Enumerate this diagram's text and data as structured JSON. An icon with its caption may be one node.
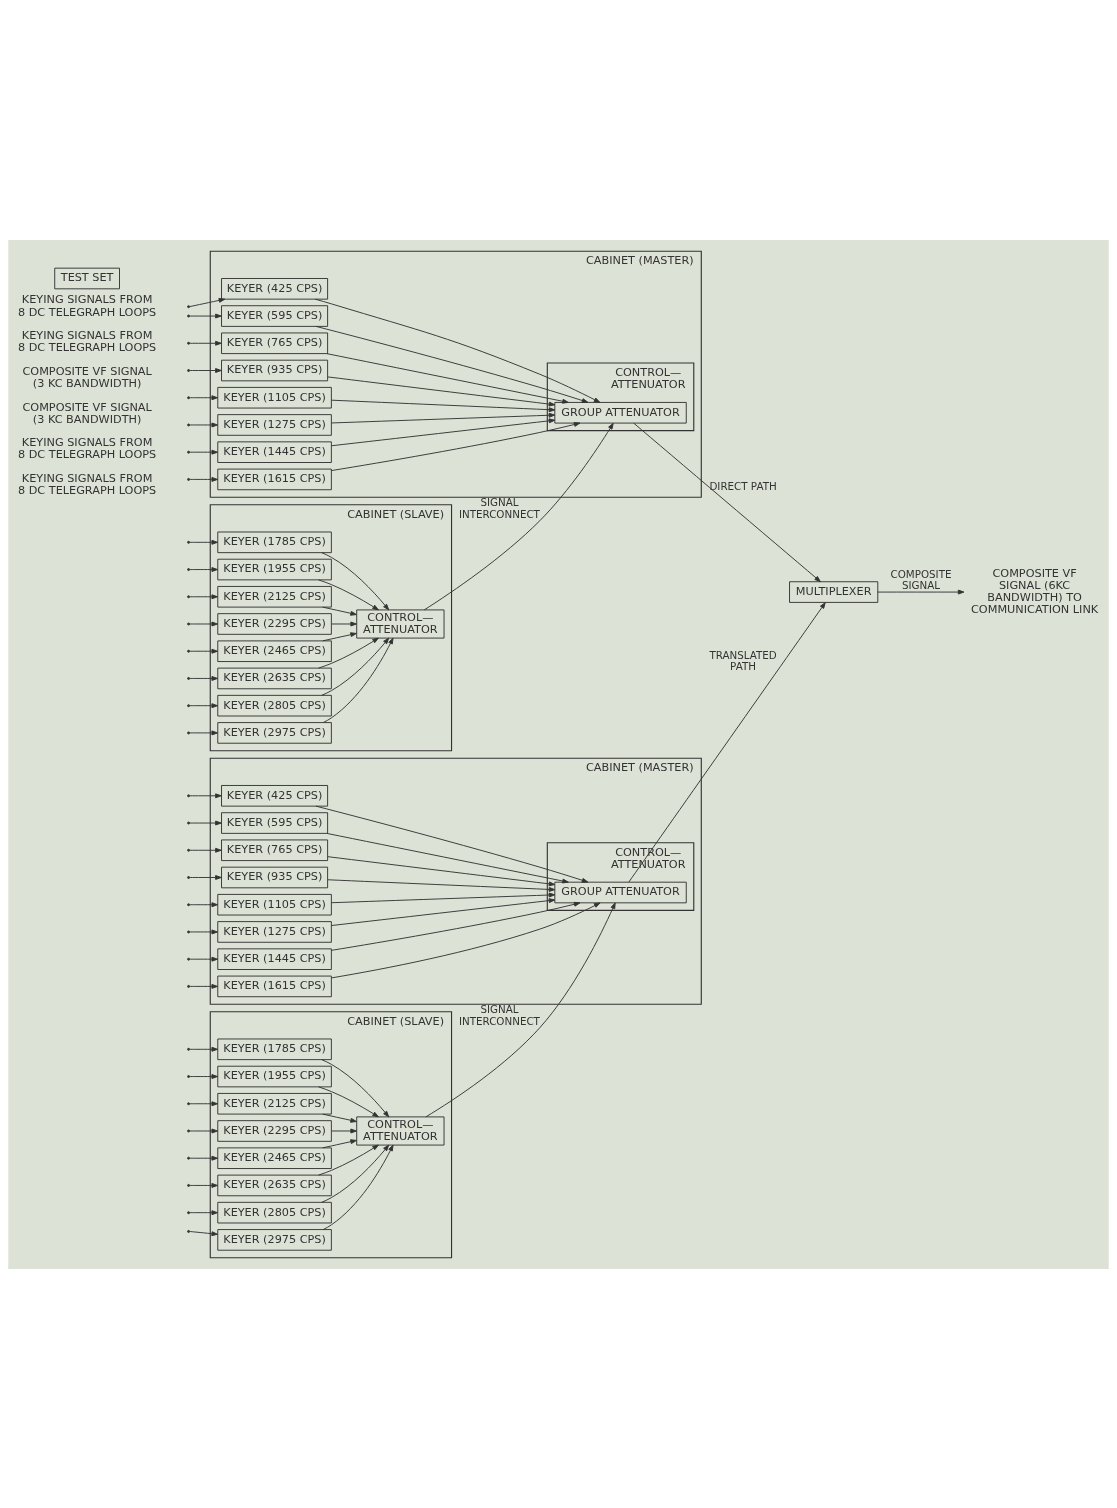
{
  "diagram": {
    "nodes": [
      {
        "text": [
          "CABINET (MASTER)"
        ]
      },
      {
        "text": [
          "KEYER (425 CPS)"
        ],
        "in": 0
      },
      {
        "text": [
          "KEYER (595 CPS)"
        ],
        "in": 0
      },
      {
        "text": [
          "KEYER (765 CPS)"
        ],
        "in": 0
      },
      {
        "text": [
          "KEYER (935 CPS)"
        ],
        "in": 0
      },
      {
        "text": [
          "KEYER (1105 CPS)"
        ],
        "in": 0
      },
      {
        "text": [
          "KEYER (1275 CPS)"
        ],
        "in": 0
      },
      {
        "text": [
          "KEYER (1445 CPS)"
        ],
        "in": 0
      },
      {
        "text": [
          "KEYER (1615 CPS)"
        ],
        "in": 0
      },
      {
        "text": [
          "CONTROL— ATTENUATOR"
        ],
        "in": 0
      },
      {
        "text": [
          "GROUP ATTENUATOR"
        ],
        "in": 9
      },
      {
        "text": [
          "CABINET (SLAVE)"
        ]
      },
      {
        "text": [
          "KEYER (1785 CPS)"
        ],
        "in": 11
      },
      {
        "text": [
          "KEYER (1955 CPS)"
        ],
        "in": 11
      },
      {
        "text": [
          "KEYER (2125 CPS)"
        ],
        "in": 11
      },
      {
        "text": [
          "KEYER (2295 CPS)"
        ],
        "in": 11
      },
      {
        "text": [
          "KEYER (2465 CPS)"
        ],
        "in": 11
      },
      {
        "text": [
          "KEYER (2635 CPS)"
        ],
        "in": 11
      },
      {
        "text": [
          "KEYER (2805 CPS)"
        ],
        "in": 11
      },
      {
        "text": [
          "KEYER (2975 CPS)"
        ],
        "in": 11
      },
      {
        "text": [
          "CONTROL— ATTENUATOR"
        ],
        "in": 11
      },
      {
        "text": [
          "COMPOSITE VF SIGNAL (6KC BANDWIDTH) TO COMMUNICATION LINK"
        ]
      },
      {
        "text": [
          "MULTIPLEXER"
        ]
      },
      {
        "text": [
          "CABINET (MASTER)"
        ]
      },
      {
        "text": [
          "KEYER (425 CPS)"
        ],
        "in": 23
      },
      {
        "text": [
          "KEYER (595 CPS)"
        ],
        "in": 23
      },
      {
        "text": [
          "KEYER (765 CPS)"
        ],
        "in": 23
      },
      {
        "text": [
          "KEYER (935 CPS)"
        ],
        "in": 23
      },
      {
        "text": [
          "KEYER (1105 CPS)"
        ],
        "in": 23
      },
      {
        "text": [
          "KEYER (1275 CPS)"
        ],
        "in": 23
      },
      {
        "text": [
          "KEYER (1445 CPS)"
        ],
        "in": 23
      },
      {
        "text": [
          "KEYER (1615 CPS)"
        ],
        "in": 23
      },
      {
        "text": [
          "CONTROL— ATTENUATOR"
        ],
        "in": 23
      },
      {
        "text": [
          "GROUP ATTENUATOR"
        ],
        "in": 32
      },
      {
        "text": [
          "CABINET (SLAVE)"
        ]
      },
      {
        "text": [
          "KEYER (1785 CPS)"
        ],
        "in": 34
      },
      {
        "text": [
          "KEYER (1955 CPS)"
        ],
        "in": 34
      },
      {
        "text": [
          "KEYER (2125 CPS)"
        ],
        "in": 34
      },
      {
        "text": [
          "KEYER (2295 CPS)"
        ],
        "in": 34
      },
      {
        "text": [
          "KEYER (2465 CPS)"
        ],
        "in": 34
      },
      {
        "text": [
          "KEYER (2635 CPS)"
        ],
        "in": 34
      },
      {
        "text": [
          "KEYER (2805 CPS)"
        ],
        "in": 34
      },
      {
        "text": [
          "KEYER (2975 CPS)"
        ],
        "in": 34
      },
      {
        "text": [
          "CONTROL— ATTENUATOR"
        ],
        "in": 34
      },
      {
        "text": [
          "TEST SET"
        ]
      }
    ],
    "edges": [
      {
        "from": null,
        "to": 1,
        "arrow": "to"
      },
      {
        "from": null,
        "to": 2,
        "arrow": "to"
      },
      {
        "from": null,
        "to": 3,
        "arrow": "to"
      },
      {
        "from": null,
        "to": 4,
        "arrow": "to"
      },
      {
        "from": null,
        "to": 5,
        "arrow": "to"
      },
      {
        "from": null,
        "to": 6,
        "arrow": "to"
      },
      {
        "from": null,
        "to": 7,
        "arrow": "to"
      },
      {
        "from": null,
        "to": 8,
        "arrow": "to"
      },
      {
        "from": 1,
        "to": 10,
        "arrow": "to"
      },
      {
        "from": 2,
        "to": 10,
        "arrow": "to"
      },
      {
        "from": 3,
        "to": 10,
        "arrow": "to"
      },
      {
        "from": 4,
        "to": 10,
        "arrow": "to"
      },
      {
        "from": 5,
        "to": 10,
        "arrow": "to"
      },
      {
        "from": 6,
        "to": 10,
        "arrow": "to"
      },
      {
        "from": 7,
        "to": 10,
        "arrow": "to"
      },
      {
        "from": 8,
        "to": 10,
        "arrow": "to"
      },
      {
        "from": null,
        "to": 12,
        "arrow": "to"
      },
      {
        "from": null,
        "to": 13,
        "arrow": "to"
      },
      {
        "from": null,
        "to": 14,
        "arrow": "to"
      },
      {
        "from": null,
        "to": 15,
        "arrow": "to"
      },
      {
        "from": null,
        "to": 16,
        "arrow": "to"
      },
      {
        "from": null,
        "to": 17,
        "arrow": "to"
      },
      {
        "from": null,
        "to": 18,
        "arrow": "to"
      },
      {
        "from": null,
        "to": 19,
        "arrow": "to"
      },
      {
        "from": 12,
        "to": 20,
        "arrow": "to"
      },
      {
        "from": 13,
        "to": 20,
        "arrow": "to"
      },
      {
        "from": 14,
        "to": 20,
        "arrow": "to"
      },
      {
        "from": 15,
        "to": 20,
        "arrow": "to"
      },
      {
        "from": 16,
        "to": 20,
        "arrow": "to"
      },
      {
        "from": 17,
        "to": 20,
        "arrow": "to"
      },
      {
        "from": 18,
        "to": 20,
        "arrow": "to"
      },
      {
        "from": 19,
        "to": 20,
        "arrow": "to"
      },
      {
        "from": 20,
        "to": 10,
        "arrow": "to",
        "label": "SIGNAL INTERCONNECT"
      },
      {
        "from": 10,
        "to": 22,
        "arrow": "to",
        "label": "DIRECT PATH"
      },
      {
        "from": 33,
        "to": 22,
        "arrow": "to",
        "label": "TRANSLATED PATH"
      },
      {
        "from": 22,
        "to": 21,
        "arrow": "to",
        "label": "COMPOSITE SIGNAL"
      },
      {
        "from": null,
        "to": 24,
        "arrow": "to"
      },
      {
        "from": null,
        "to": 25,
        "arrow": "to"
      },
      {
        "from": null,
        "to": 26,
        "arrow": "to"
      },
      {
        "from": null,
        "to": 27,
        "arrow": "to"
      },
      {
        "from": null,
        "to": 28,
        "arrow": "to"
      },
      {
        "from": null,
        "to": 29,
        "arrow": "to"
      },
      {
        "from": null,
        "to": 30,
        "arrow": "to"
      },
      {
        "from": null,
        "to": 31,
        "arrow": "to"
      },
      {
        "from": 24,
        "to": 33,
        "arrow": "to"
      },
      {
        "from": 25,
        "to": 33,
        "arrow": "to"
      },
      {
        "from": 26,
        "to": 33,
        "arrow": "to"
      },
      {
        "from": 27,
        "to": 33,
        "arrow": "to"
      },
      {
        "from": 28,
        "to": 33,
        "arrow": "to"
      },
      {
        "from": 29,
        "to": 33,
        "arrow": "to"
      },
      {
        "from": 30,
        "to": 33,
        "arrow": "to"
      },
      {
        "from": 31,
        "to": 33,
        "arrow": "to"
      },
      {
        "from": null,
        "to": 35,
        "arrow": "to"
      },
      {
        "from": null,
        "to": 36,
        "arrow": "to"
      },
      {
        "from": null,
        "to": 37,
        "arrow": "to"
      },
      {
        "from": null,
        "to": 38,
        "arrow": "to"
      },
      {
        "from": null,
        "to": 39,
        "arrow": "to"
      },
      {
        "from": null,
        "to": 40,
        "arrow": "to"
      },
      {
        "from": null,
        "to": 41,
        "arrow": "to"
      },
      {
        "from": null,
        "to": 42,
        "arrow": "to"
      },
      {
        "from": 35,
        "to": 43,
        "arrow": "to"
      },
      {
        "from": 36,
        "to": 43,
        "arrow": "to"
      },
      {
        "from": 37,
        "to": 43,
        "arrow": "to"
      },
      {
        "from": 38,
        "to": 43,
        "arrow": "to"
      },
      {
        "from": 39,
        "to": 43,
        "arrow": "to"
      },
      {
        "from": 40,
        "to": 43,
        "arrow": "to"
      },
      {
        "from": 41,
        "to": 43,
        "arrow": "to"
      },
      {
        "from": 42,
        "to": 43,
        "arrow": "to"
      },
      {
        "from": 43,
        "to": 33,
        "arrow": "to",
        "label": "SIGNAL INTERCONNECT"
      }
    ],
    "labels": [
      "KEYING SIGNALS FROM 8 DC TELEGRAPH LOOPS",
      "KEYING SIGNALS FROM 8 DC TELEGRAPH LOOPS",
      "COMPOSITE VF SIGNAL (3 KC BANDWIDTH)",
      "COMPOSITE VF SIGNAL (3 KC BANDWIDTH)",
      "KEYING SIGNALS FROM 8 DC TELEGRAPH LOOPS",
      "KEYING SIGNALS FROM 8 DC TELEGRAPH LOOPS"
    ]
  }
}
